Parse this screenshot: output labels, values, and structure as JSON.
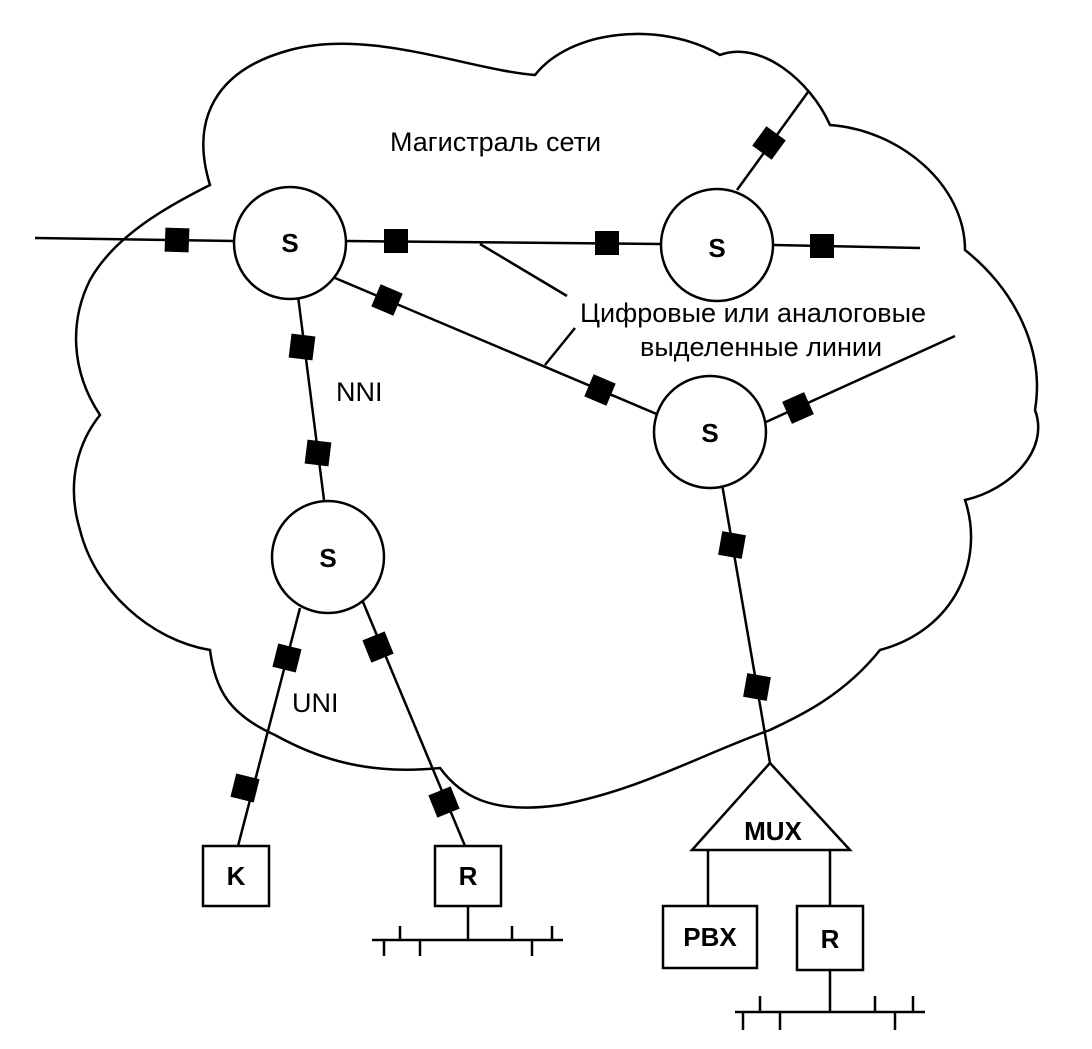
{
  "diagram": {
    "title": "Магистраль сети",
    "lines_label_1": "Цифровые или аналоговые",
    "lines_label_2": "выделенные линии",
    "nni_label": "NNI",
    "uni_label": "UNI",
    "switch_label": "S",
    "mux_label": "MUX",
    "k_label": "K",
    "r_label": "R",
    "pbx_label": "PBX",
    "colors": {
      "stroke": "#000000",
      "background": "#ffffff"
    }
  }
}
